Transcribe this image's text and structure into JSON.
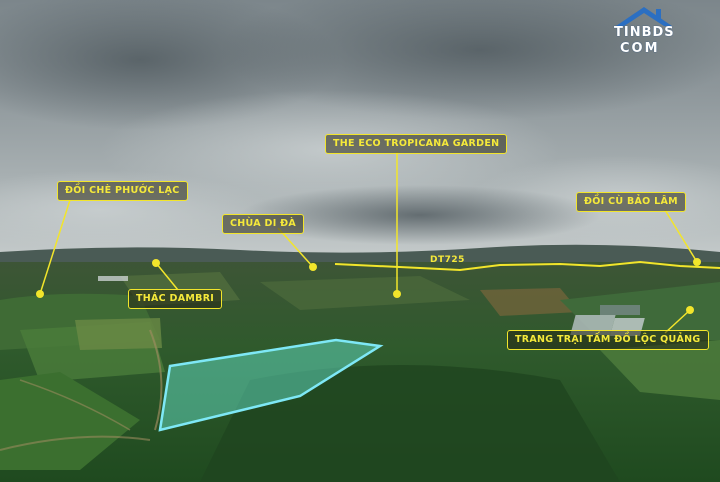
{
  "logo": {
    "line1": "TINBDS",
    "line2": "COM"
  },
  "labels": {
    "doi_che": "ĐỒI CHÈ PHƯỚC LẠC",
    "eco": "THE ECO TROPICANA GARDEN",
    "chua": "CHÙA DI ĐÀ",
    "doi_cu": "ĐỒI CÙ BẢO LÂM",
    "thac": "THÁC DAMBRI",
    "trang_trai": "TRANG TRẠI TẤM ĐỒ LỘC QUẢNG",
    "road": "DT725"
  },
  "colors": {
    "label_yellow": "#f2e52b",
    "plot_cyan": "#66e6f5",
    "logo_blue": "#2b6fc2"
  }
}
